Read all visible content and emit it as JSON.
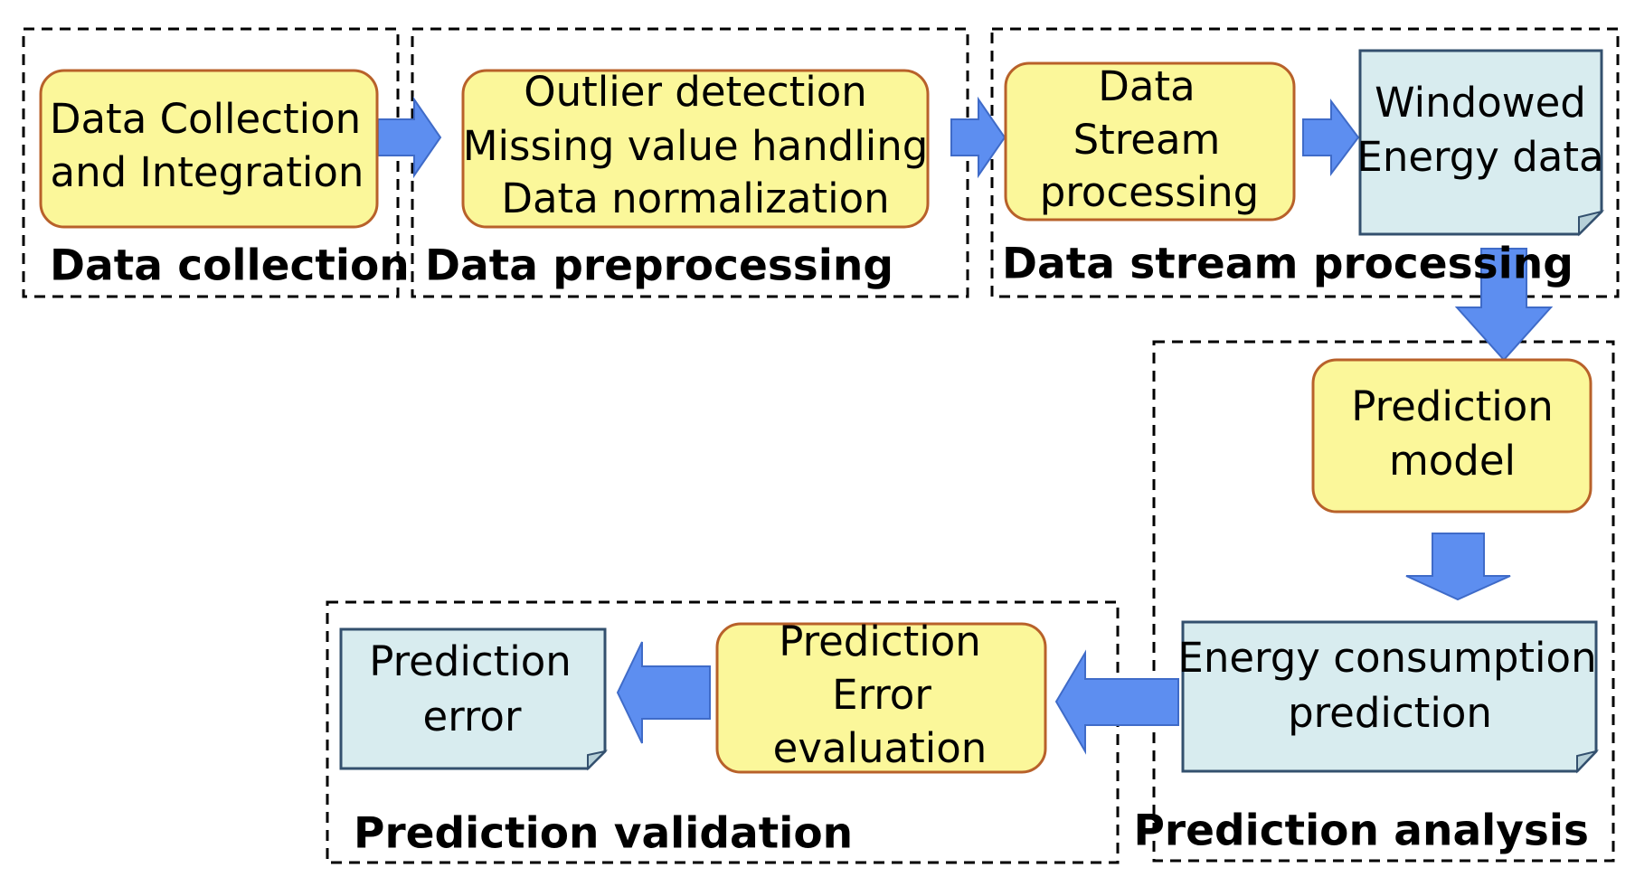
{
  "colors": {
    "process_fill": "#fbf79a",
    "process_stroke": "#b8612a",
    "data_fill": "#d8ecef",
    "data_stroke": "#33506e",
    "arrow_fill": "#5d8ef0",
    "arrow_stroke": "#3f6bc8",
    "group_border": "#000000"
  },
  "groups": {
    "collection": {
      "label": "Data collection"
    },
    "preprocessing": {
      "label": "Data preprocessing"
    },
    "stream": {
      "label": "Data stream processing"
    },
    "analysis": {
      "label": "Prediction analysis"
    },
    "validation": {
      "label": "Prediction validation"
    }
  },
  "nodes": {
    "collection": {
      "kind": "process",
      "lines": [
        "Data Collection",
        "and Integration"
      ]
    },
    "preprocessing": {
      "kind": "process",
      "lines": [
        "Outlier detection",
        "Missing value handling",
        "Data normalization"
      ]
    },
    "stream_processing": {
      "kind": "process",
      "lines": [
        "Data",
        "Stream",
        "processing"
      ]
    },
    "windowed_data": {
      "kind": "data",
      "lines": [
        "Windowed",
        "Energy data"
      ]
    },
    "prediction_model": {
      "kind": "process",
      "lines": [
        "Prediction",
        "model"
      ]
    },
    "consumption_prediction": {
      "kind": "data",
      "lines": [
        "Energy consumption",
        "prediction"
      ]
    },
    "error_evaluation": {
      "kind": "process",
      "lines": [
        "Prediction",
        "Error",
        "evaluation"
      ]
    },
    "prediction_error": {
      "kind": "data",
      "lines": [
        "Prediction",
        "error"
      ]
    }
  },
  "edges": [
    {
      "from": "collection",
      "to": "preprocessing"
    },
    {
      "from": "preprocessing",
      "to": "stream_processing"
    },
    {
      "from": "stream_processing",
      "to": "windowed_data"
    },
    {
      "from": "windowed_data",
      "to": "prediction_model"
    },
    {
      "from": "prediction_model",
      "to": "consumption_prediction"
    },
    {
      "from": "consumption_prediction",
      "to": "error_evaluation"
    },
    {
      "from": "error_evaluation",
      "to": "prediction_error"
    }
  ]
}
